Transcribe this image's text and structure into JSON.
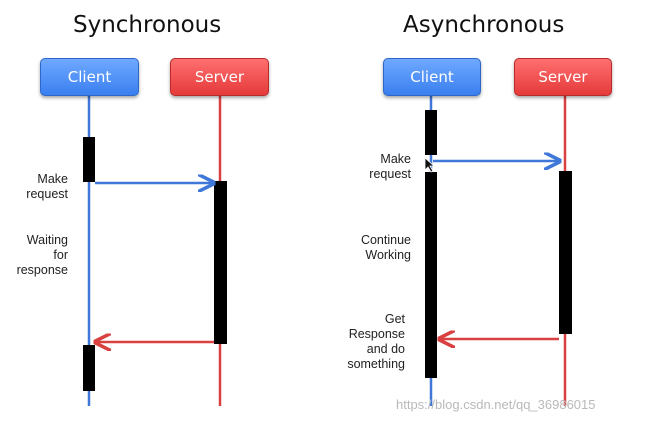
{
  "colors": {
    "client_line": "#3f78d8",
    "server_line": "#d94141",
    "activation": "#000000"
  },
  "sync": {
    "title": "Synchronous",
    "client_label": "Client",
    "server_label": "Server",
    "note_request": "Make\nrequest",
    "note_waiting": "Waiting\nfor\nresponse"
  },
  "async": {
    "title": "Asynchronous",
    "client_label": "Client",
    "server_label": "Server",
    "note_request": "Make\nrequest",
    "note_continue": "Continue\nWorking",
    "note_response": "Get\nResponse\nand do\nsomething"
  },
  "watermark": "https://blog.csdn.net/qq_36986015"
}
